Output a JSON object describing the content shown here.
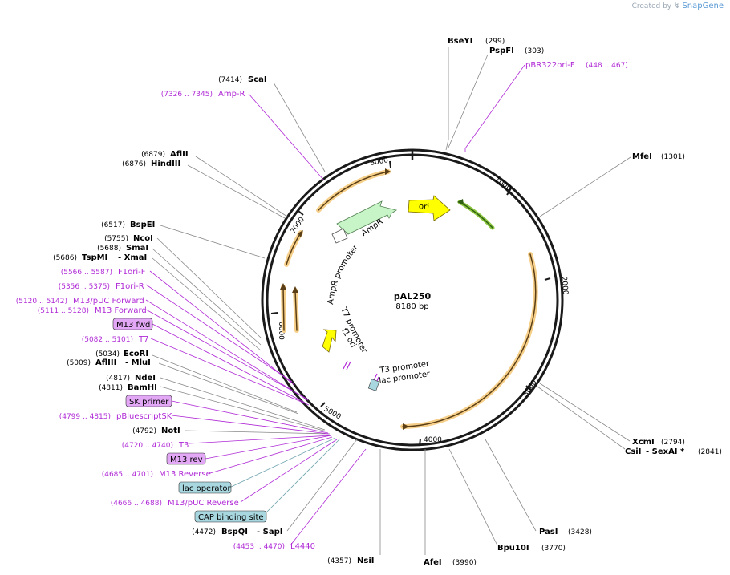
{
  "credit": {
    "prefix": "Created by",
    "brand": "SnapGene"
  },
  "plasmid": {
    "name": "pAL250",
    "size": "8180 bp"
  },
  "ticks": [
    "1000",
    "2000",
    "3000",
    "4000",
    "5000",
    "6000",
    "7000",
    "8000"
  ],
  "features": {
    "ori": "ori",
    "ampr": "AmpR",
    "ampr_promoter": "AmpR promoter",
    "t7_promoter": "T7 promoter",
    "f1_ori": "f1 ori",
    "t3_promoter": "T3 promoter",
    "lac_promoter": "lac promoter"
  },
  "enzymes": {
    "bseyi": {
      "name": "BseYI",
      "pos": "(299)"
    },
    "pspfi": {
      "name": "PspFI",
      "pos": "(303)"
    },
    "mfei": {
      "name": "MfeI",
      "pos": "(1301)"
    },
    "scai": {
      "name": "ScaI",
      "pos": "(7414)"
    },
    "aflii": {
      "name": "AflII",
      "pos": "(6879)"
    },
    "hindiii": {
      "name": "HindIII",
      "pos": "(6876)"
    },
    "bspei": {
      "name": "BspEI",
      "pos": "(6517)"
    },
    "ncoi": {
      "name": "NcoI",
      "pos": "(5755)"
    },
    "smai": {
      "name": "SmaI",
      "pos": "(5688)"
    },
    "tspmi": {
      "name": "TspMI",
      "pos": "(5686)",
      "extra": "- XmaI"
    },
    "ecori": {
      "name": "EcoRI",
      "pos": "(5034)"
    },
    "afliii": {
      "name": "AflIII",
      "pos": "(5009)",
      "extra": "- MluI"
    },
    "ndei": {
      "name": "NdeI",
      "pos": "(4817)"
    },
    "bamhi": {
      "name": "BamHI",
      "pos": "(4811)"
    },
    "noti": {
      "name": "NotI",
      "pos": "(4792)"
    },
    "bspqi": {
      "name": "BspQI",
      "pos": "(4472)",
      "extra": "- SapI"
    },
    "nsii": {
      "name": "NsiI",
      "pos": "(4357)"
    },
    "afei": {
      "name": "AfeI",
      "pos": "(3990)"
    },
    "bpu10i": {
      "name": "Bpu10I",
      "pos": "(3770)"
    },
    "pasi": {
      "name": "PasI",
      "pos": "(3428)"
    },
    "xcmi": {
      "name": "XcmI",
      "pos": "(2794)"
    },
    "csii": {
      "name": "CsiI",
      "pos": "(2841)",
      "extra": "- SexAI *"
    }
  },
  "primers": {
    "pbr322ori": {
      "name": "pBR322ori-F",
      "range": "(448 .. 467)"
    },
    "ampr": {
      "name": "Amp-R",
      "range": "(7326 .. 7345)"
    },
    "f1orif": {
      "name": "F1ori-F",
      "range": "(5566 .. 5587)"
    },
    "f1orir": {
      "name": "F1ori-R",
      "range": "(5356 .. 5375)"
    },
    "m13puc_fwd": {
      "name": "M13/pUC Forward",
      "range": "(5120 .. 5142)"
    },
    "m13_forward": {
      "name": "M13 Forward",
      "range": "(5111 .. 5128)"
    },
    "t7": {
      "name": "T7",
      "range": "(5082 .. 5101)"
    },
    "pbluescriptsk": {
      "name": "pBluescriptSK",
      "range": "(4799 .. 4815)"
    },
    "t3": {
      "name": "T3",
      "range": "(4720 .. 4740)"
    },
    "m13_reverse": {
      "name": "M13 Reverse",
      "range": "(4685 .. 4701)"
    },
    "m13puc_rev": {
      "name": "M13/pUC Reverse",
      "range": "(4666 .. 4688)"
    },
    "l4440": {
      "name": "L4440",
      "range": "(4453 .. 4470)"
    }
  },
  "boxed": {
    "m13fwd": "M13 fwd",
    "skprimer": "SK primer",
    "m13rev": "M13 rev",
    "lacoperator": "lac operator",
    "capsite": "CAP binding site"
  },
  "colors": {
    "backbone": "#1a1a1a",
    "orf_halo": "#f6d08a",
    "orf_line": "#5a3e16",
    "ori": "#ffff00",
    "ampr": "#c8f5c8",
    "green_arc": "#8cc63f",
    "primer": "#b02ad6",
    "box_primer": "#e3a8f5",
    "box_feature": "#a8d7df"
  }
}
